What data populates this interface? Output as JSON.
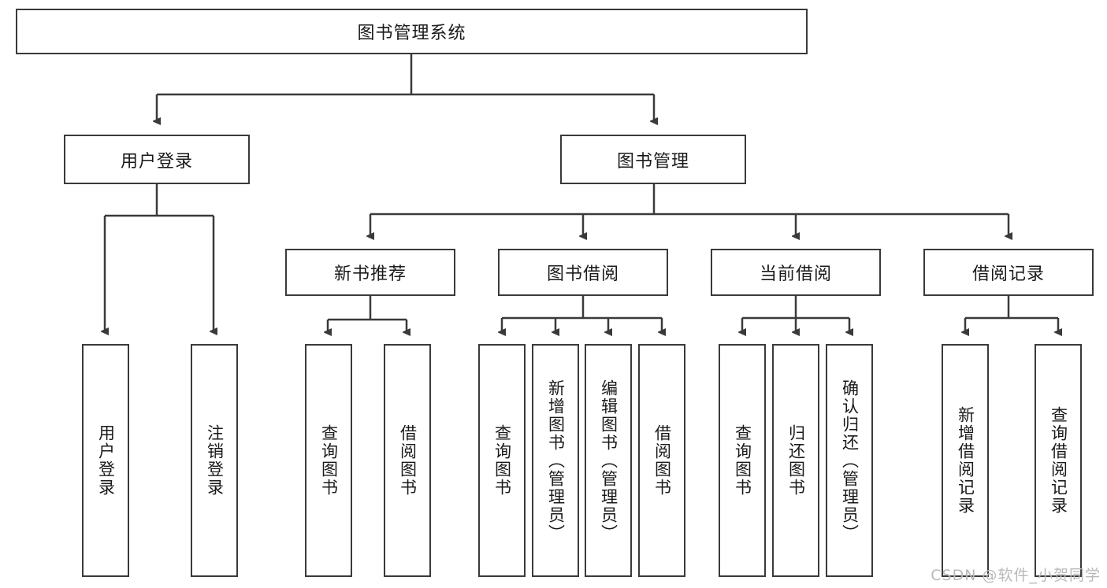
{
  "diagram": {
    "title": "图书管理系统",
    "root": {
      "label": "图书管理系统"
    },
    "level2": [
      {
        "label": "用户登录"
      },
      {
        "label": "图书管理"
      }
    ],
    "level3": [
      {
        "label": "新书推荐"
      },
      {
        "label": "图书借阅"
      },
      {
        "label": "当前借阅"
      },
      {
        "label": "借阅记录"
      }
    ],
    "leaves": {
      "user_login": [
        {
          "label": "用户登录"
        },
        {
          "label": "注销登录"
        }
      ],
      "new_book_recommend": [
        {
          "label": "查询图书"
        },
        {
          "label": "借阅图书"
        }
      ],
      "book_borrow": [
        {
          "label": "查询图书"
        },
        {
          "label": "新增图书（管理员）"
        },
        {
          "label": "编辑图书（管理员）"
        },
        {
          "label": "借阅图书"
        }
      ],
      "current_borrow": [
        {
          "label": "查询图书"
        },
        {
          "label": "归还图书"
        },
        {
          "label": "确认归还（管理员）"
        }
      ],
      "borrow_record": [
        {
          "label": "新增借阅记录"
        },
        {
          "label": "查询借阅记录"
        }
      ]
    }
  },
  "watermark": {
    "text": "CSDN @软件_小贺同学"
  },
  "colors": {
    "border": "#3a3a3a",
    "text": "#1a1a1a",
    "background": "#ffffff",
    "watermark": "#b9b9b9"
  }
}
